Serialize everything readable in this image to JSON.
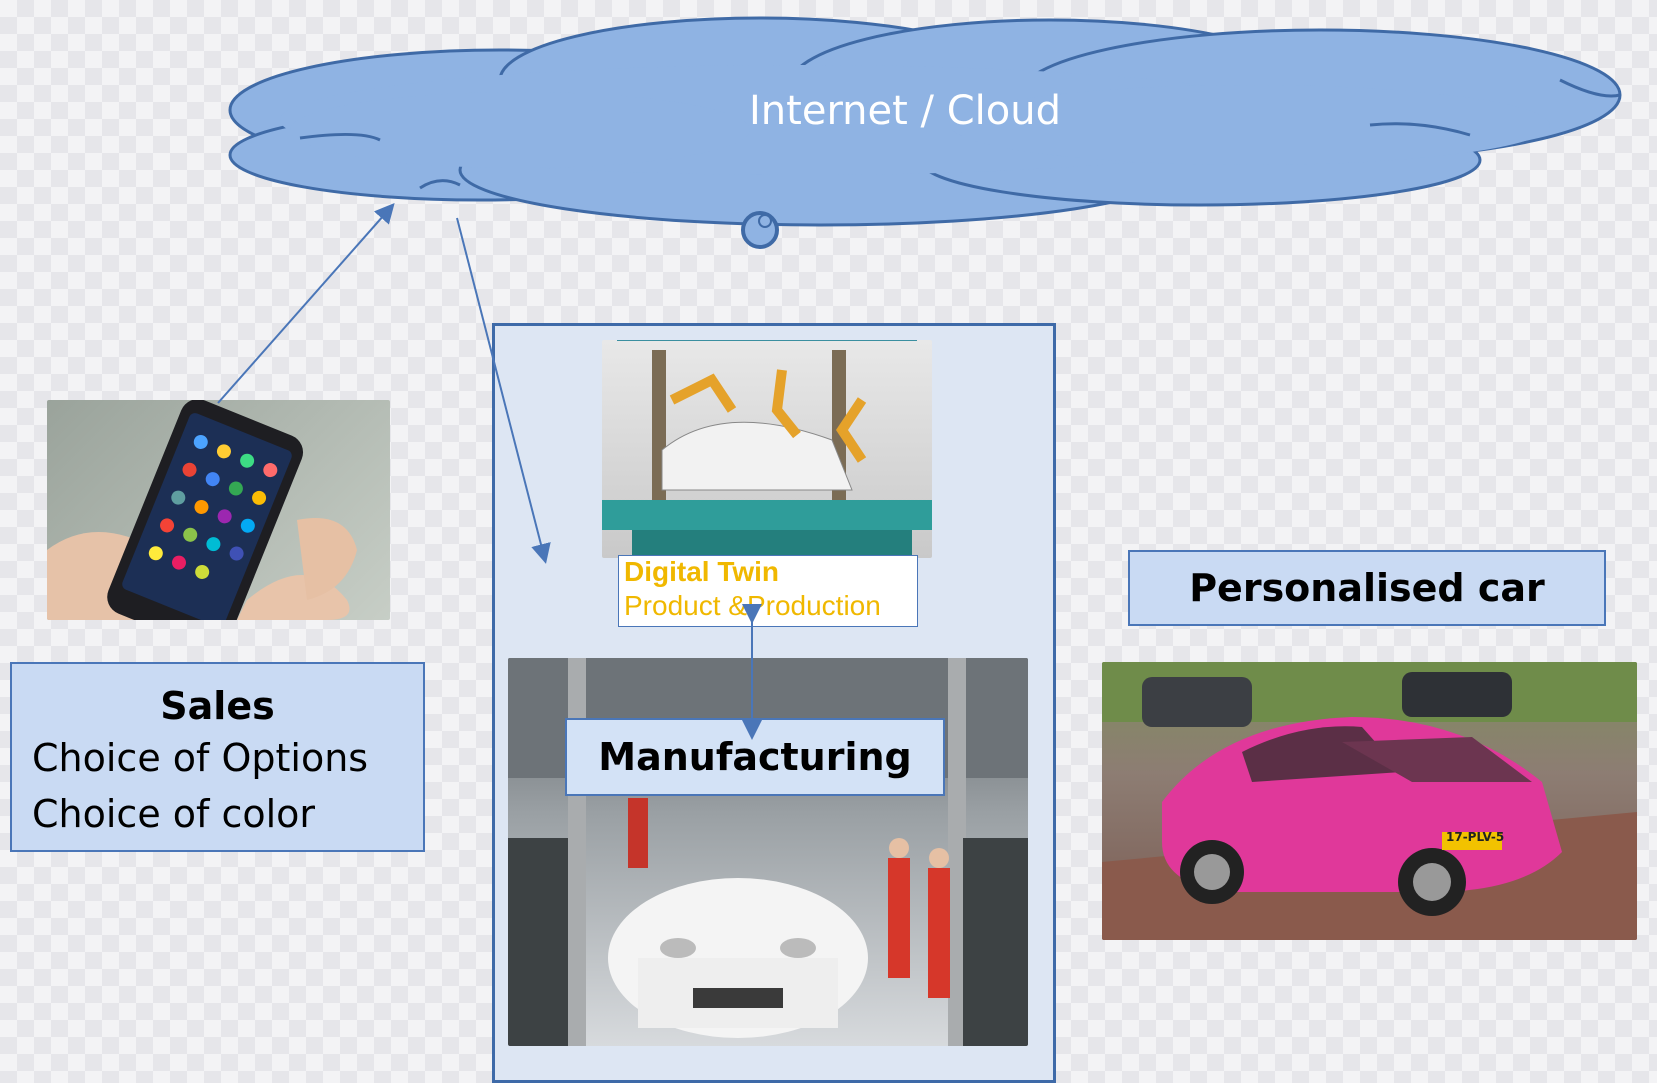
{
  "cloud": {
    "label": "Internet / Cloud",
    "color": "#8fb3e3"
  },
  "sales": {
    "title": "Sales",
    "line1": "Choice of Options",
    "line2": "Choice of color"
  },
  "digital_twin": {
    "title": "Digital Twin",
    "subtitle": "Product &Production",
    "text_color": "#f0b800"
  },
  "manufacturing": {
    "label": "Manufacturing"
  },
  "personalised": {
    "label": "Personalised car"
  },
  "images": {
    "phone": "smartphone-in-hand-photo",
    "robot": "robot-assembly-line-render",
    "factory": "car-factory-photo",
    "car": "pink-sports-car-photo",
    "plate": "17-PLV-5"
  },
  "colors": {
    "arrow": "#4a76b8",
    "box_fill": "#c9daf3",
    "box_border": "#4a76b8"
  }
}
